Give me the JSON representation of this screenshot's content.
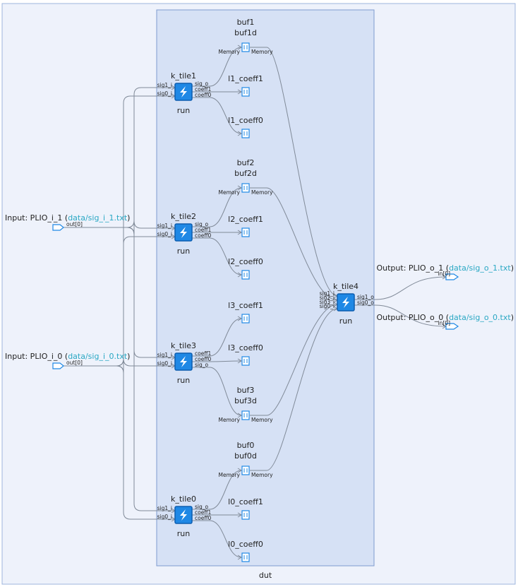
{
  "graph": {
    "outer_label": "dut",
    "colors": {
      "outer_fill": "#eef2fb",
      "outer_stroke": "#9db4dc",
      "inner_fill": "#d6e1f5",
      "inner_stroke": "#7f9ccf",
      "kernel_fill": "#1f88e5",
      "kernel_stroke": "#0d5db0",
      "buffer_fill": "#ffffff",
      "buffer_stroke": "#1f88e5",
      "edge": "#808a98",
      "text": "#222222",
      "link": "#2aa8c4"
    },
    "kernels": [
      {
        "id": "k_tile1",
        "name": "k_tile1",
        "fn": "run",
        "inputs": [
          "sig1_i",
          "sig0_i"
        ],
        "outputs": [
          "sig_o",
          "coeff1",
          "coeff0"
        ]
      },
      {
        "id": "k_tile2",
        "name": "k_tile2",
        "fn": "run",
        "inputs": [
          "sig1_i",
          "sig0_i"
        ],
        "outputs": [
          "sig_o",
          "coeff1",
          "coeff0"
        ]
      },
      {
        "id": "k_tile3",
        "name": "k_tile3",
        "fn": "run",
        "inputs": [
          "sig1_i",
          "sig0_i"
        ],
        "outputs": [
          "coeff1",
          "coeff0",
          "sig_o"
        ]
      },
      {
        "id": "k_tile0",
        "name": "k_tile0",
        "fn": "run",
        "inputs": [
          "sig1_i",
          "sig0_i"
        ],
        "outputs": [
          "sig_o",
          "coeff1",
          "coeff0"
        ]
      },
      {
        "id": "k_tile4",
        "name": "k_tile4",
        "fn": "run",
        "inputs": [
          "sig1_i",
          "sig2_i",
          "sig3_i",
          "sig0_i"
        ],
        "outputs": [
          "sig1_o",
          "sig0_o"
        ]
      }
    ],
    "buffers": [
      {
        "id": "buf1",
        "lines": [
          "buf1",
          "buf1d"
        ],
        "port_in": "Memory",
        "port_out": "Memory"
      },
      {
        "id": "l1_coeff1",
        "lines": [
          "l1_coeff1"
        ]
      },
      {
        "id": "l1_coeff0",
        "lines": [
          "l1_coeff0"
        ]
      },
      {
        "id": "buf2",
        "lines": [
          "buf2",
          "buf2d"
        ],
        "port_in": "Memory",
        "port_out": "Memory"
      },
      {
        "id": "l2_coeff1",
        "lines": [
          "l2_coeff1"
        ]
      },
      {
        "id": "l2_coeff0",
        "lines": [
          "l2_coeff0"
        ]
      },
      {
        "id": "l3_coeff1",
        "lines": [
          "l3_coeff1"
        ]
      },
      {
        "id": "l3_coeff0",
        "lines": [
          "l3_coeff0"
        ]
      },
      {
        "id": "buf3",
        "lines": [
          "buf3",
          "buf3d"
        ],
        "port_in": "Memory",
        "port_out": "Memory"
      },
      {
        "id": "buf0",
        "lines": [
          "buf0",
          "buf0d"
        ],
        "port_in": "Memory",
        "port_out": "Memory"
      },
      {
        "id": "l0_coeff1",
        "lines": [
          "l0_coeff1"
        ]
      },
      {
        "id": "l0_coeff0",
        "lines": [
          "l0_coeff0"
        ]
      }
    ],
    "inputs": [
      {
        "id": "plio_i1",
        "prefix": "Input: PLIO_i_1 (",
        "file": "data/sig_i_1.txt",
        "suffix": ")",
        "port": "out[0]"
      },
      {
        "id": "plio_i0",
        "prefix": "Input: PLIO_i_0 (",
        "file": "data/sig_i_0.txt",
        "suffix": ")",
        "port": "out[0]"
      }
    ],
    "outputs": [
      {
        "id": "plio_o1",
        "prefix": "Output: PLIO_o_1 (",
        "file": "data/sig_o_1.txt",
        "suffix": ")",
        "port": "in[0]"
      },
      {
        "id": "plio_o0",
        "prefix": "Output: PLIO_o_0 (",
        "file": "data/sig_o_0.txt",
        "suffix": ")",
        "port": "in[0]"
      }
    ]
  }
}
